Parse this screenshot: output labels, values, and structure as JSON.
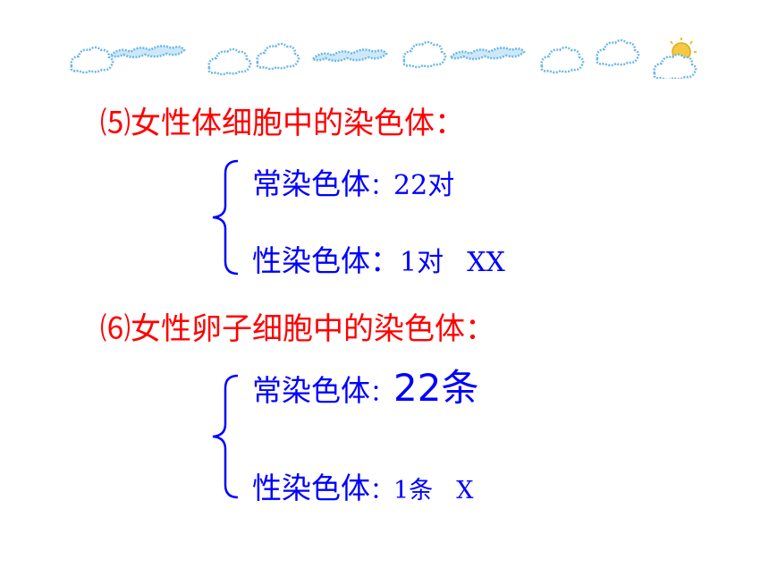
{
  "decoration": {
    "icons": [
      "cloud-icon",
      "wavy-cloud-icon",
      "cloud-icon",
      "cloud-icon",
      "wavy-cloud-icon",
      "cloud-icon",
      "wavy-cloud-icon",
      "cloud-icon",
      "cloud-icon",
      "sun-cloud-icon"
    ],
    "colors": {
      "cloud": "#7cc4ec",
      "sun": "#f5c842"
    }
  },
  "section5": {
    "marker": "⑸",
    "title": "女性体细胞中的染色体：",
    "autosome_label": "常染色体",
    "autosome_sep": "：",
    "autosome_value": "22对",
    "sex_label": "性染色体：",
    "sex_value": "1对",
    "sex_type": "XX"
  },
  "section6": {
    "marker": "⑹",
    "title": "女性卵子细胞中的染色体：",
    "autosome_label": "常染色体",
    "autosome_sep": "：",
    "autosome_value": "22条",
    "sex_label": "性染色体",
    "sex_sep": "：",
    "sex_value": "1条",
    "sex_type": "X"
  },
  "colors": {
    "heading": "#ff0000",
    "body": "#0000ff"
  }
}
